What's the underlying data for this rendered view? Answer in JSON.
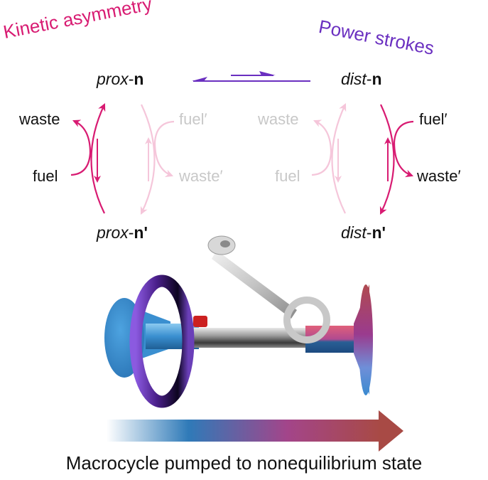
{
  "titles": {
    "left": "Kinetic asymmetry",
    "right": "Power strokes"
  },
  "states": {
    "top_left": {
      "prefix": "prox",
      "suffix": "n"
    },
    "top_right": {
      "prefix": "dist",
      "suffix": "n"
    },
    "bottom_left": {
      "prefix": "prox",
      "suffix": "n'"
    },
    "bottom_right": {
      "prefix": "dist",
      "suffix": "n'"
    }
  },
  "cycles": {
    "left_active": {
      "out_label": "waste",
      "in_label": "fuel"
    },
    "left_faded": {
      "in_label": "fuel′",
      "out_label": "waste′"
    },
    "right_faded": {
      "out_label": "waste",
      "in_label": "fuel"
    },
    "right_active": {
      "in_label": "fuel′",
      "out_label": "waste′"
    }
  },
  "colors": {
    "kinetic": "#d81b72",
    "kinetic_faded": "#f5c6da",
    "power": "#6a2fc0",
    "faded_text": "#c8c8c8"
  },
  "gradient_arrow": {
    "stops": [
      "#ffffff",
      "#2f7ab8",
      "#a3458a",
      "#a84a45"
    ]
  },
  "caption": "Macrocycle pumped to nonequilibrium state"
}
